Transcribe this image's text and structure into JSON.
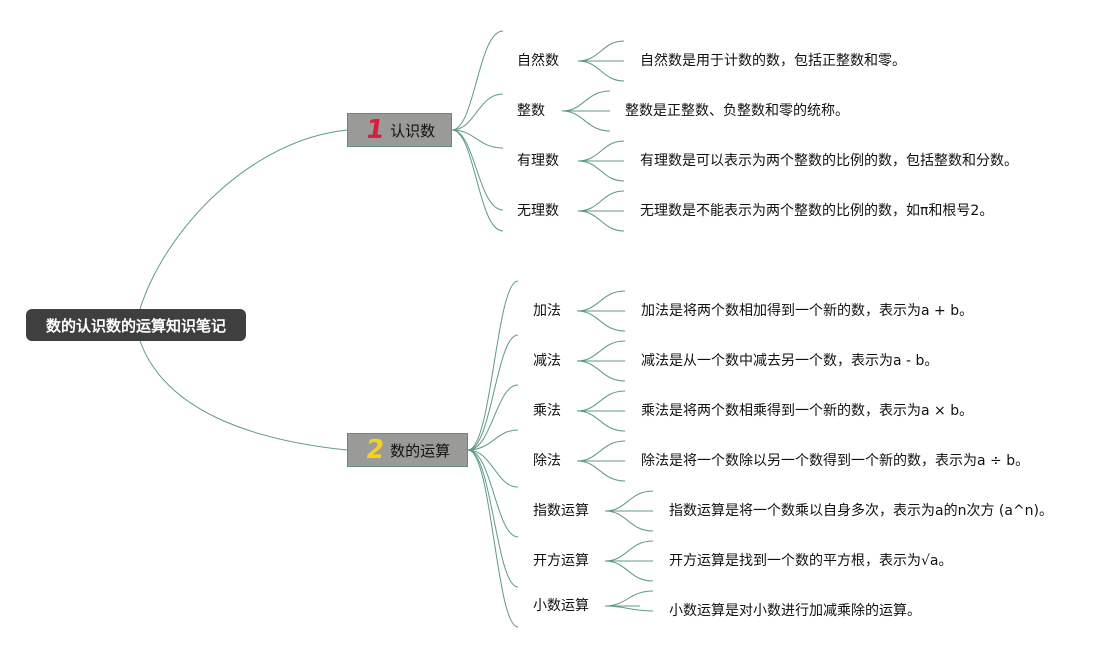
{
  "root": {
    "label": "数的认识数的运算知识笔记"
  },
  "branches": [
    {
      "number": "1",
      "number_color": "#d81e3a",
      "label": "认识数",
      "topics": [
        {
          "label": "自然数",
          "desc": "自然数是用于计数的数，包括正整数和零。"
        },
        {
          "label": "整数",
          "desc": "整数是正整数、负整数和零的统称。"
        },
        {
          "label": "有理数",
          "desc": "有理数是可以表示为两个整数的比例的数，包括整数和分数。"
        },
        {
          "label": "无理数",
          "desc": "无理数是不能表示为两个整数的比例的数，如π和根号2。"
        }
      ]
    },
    {
      "number": "2",
      "number_color": "#f2d21f",
      "label": "数的运算",
      "topics": [
        {
          "label": "加法",
          "desc": "加法是将两个数相加得到一个新的数，表示为a + b。"
        },
        {
          "label": "减法",
          "desc": "减法是从一个数中减去另一个数，表示为a - b。"
        },
        {
          "label": "乘法",
          "desc": "乘法是将两个数相乘得到一个新的数，表示为a × b。"
        },
        {
          "label": "除法",
          "desc": "除法是将一个数除以另一个数得到一个新的数，表示为a ÷ b。"
        },
        {
          "label": "指数运算",
          "desc": "指数运算是将一个数乘以自身多次，表示为a的n次方 (a^n)。"
        },
        {
          "label": "开方运算",
          "desc": "开方运算是找到一个数的平方根，表示为√a。"
        },
        {
          "label": "小数运算",
          "desc": "小数运算是对小数进行加减乘除的运算。"
        }
      ]
    }
  ],
  "colors": {
    "connector": "#5e9a88",
    "root_bg": "#3f3f3f",
    "branch_bg": "#9a9a98"
  }
}
